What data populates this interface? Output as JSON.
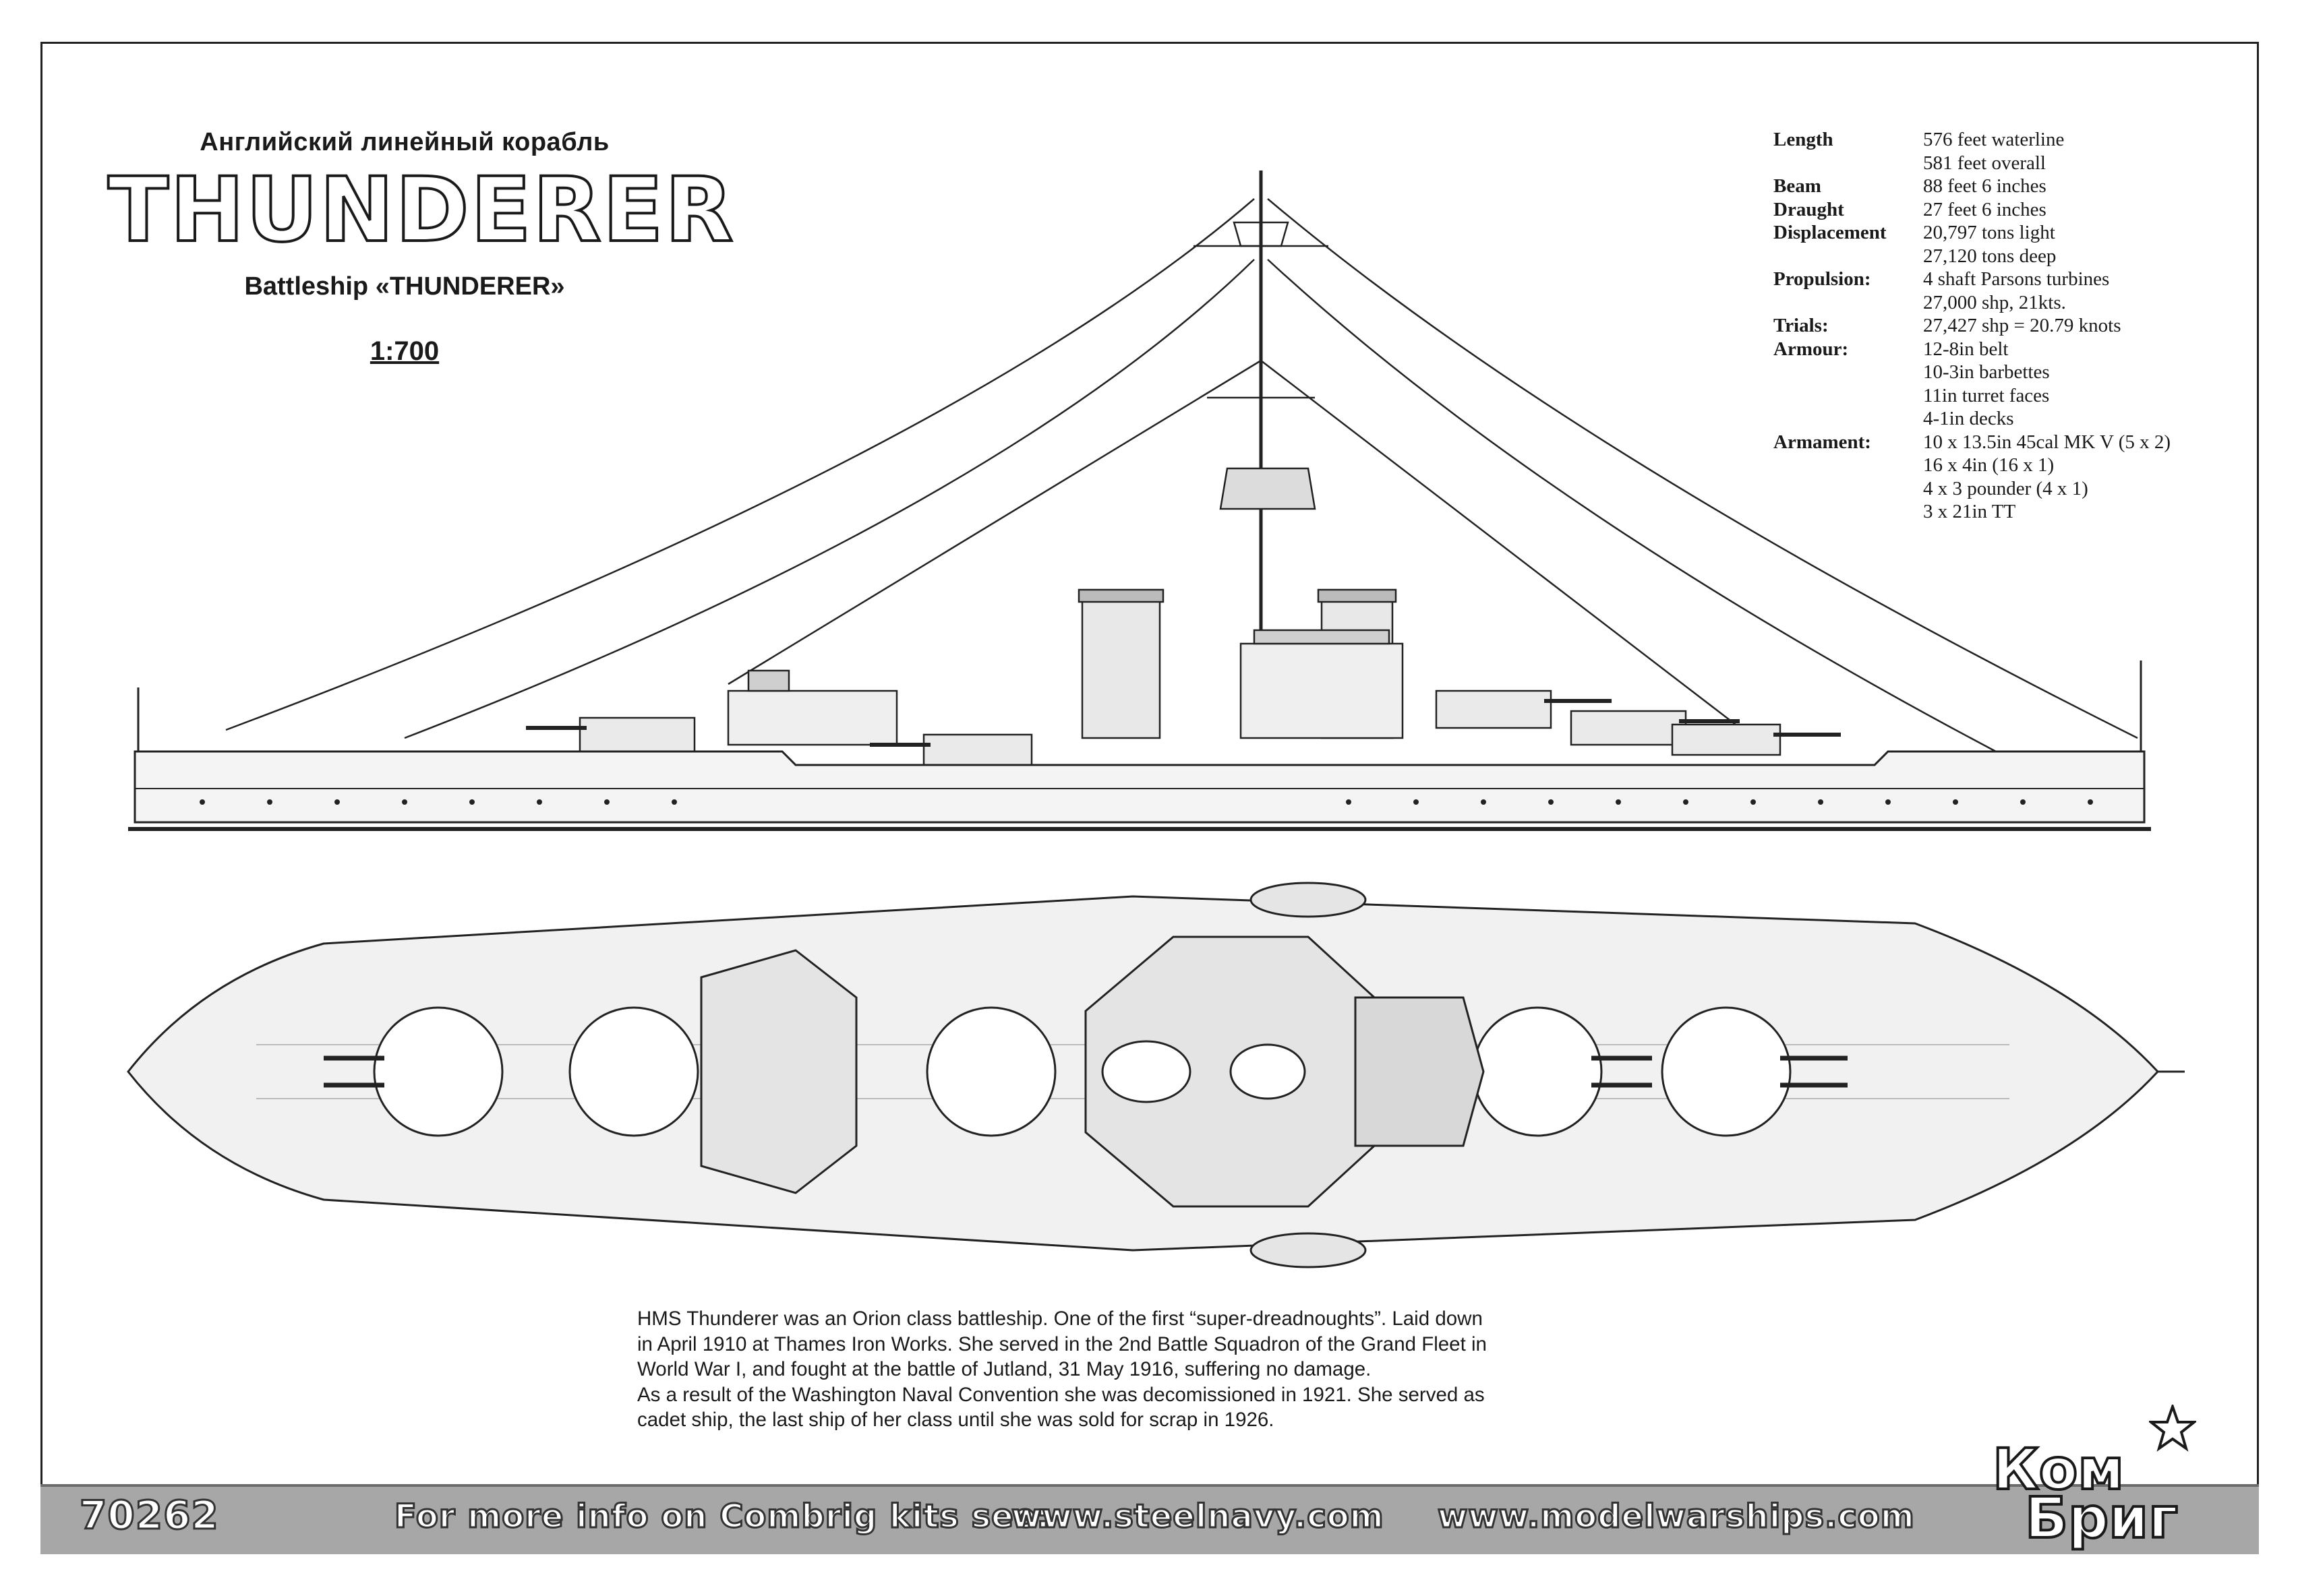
{
  "header": {
    "subtitle_ru": "Английский линейный корабль",
    "ship_name": "THUNDERER",
    "subtitle_en": "Battleship «THUNDERER»",
    "scale": "1:700"
  },
  "specs": [
    {
      "label": "Length",
      "values": [
        "576 feet waterline",
        "581 feet overall"
      ]
    },
    {
      "label": "Beam",
      "values": [
        "88 feet 6 inches"
      ]
    },
    {
      "label": "Draught",
      "values": [
        "27 feet 6 inches"
      ]
    },
    {
      "label": "Displacement",
      "values": [
        "20,797 tons light",
        "27,120 tons deep"
      ]
    },
    {
      "label": "Propulsion:",
      "values": [
        "4 shaft Parsons turbines",
        "27,000 shp, 21kts."
      ]
    },
    {
      "label": "Trials:",
      "values": [
        "27,427 shp = 20.79 knots"
      ]
    },
    {
      "label": "Armour:",
      "values": [
        "12-8in belt",
        "10-3in barbettes",
        "11in turret faces",
        "4-1in decks"
      ]
    },
    {
      "label": "Armament:",
      "values": [
        "10 x 13.5in 45cal MK V (5 x 2)",
        "16 x 4in (16 x 1)",
        "4 x 3 pounder (4 x 1)",
        "3 x 21in TT"
      ]
    }
  ],
  "history": [
    "HMS Thunderer was an Orion class battleship. One of the first “super-dreadnoughts”. Laid down",
    "in April 1910 at Thames Iron Works. She served in the 2nd Battle Squadron of the Grand Fleet in",
    "World War I, and fought at the battle of Jutland, 31 May 1916, suffering no damage.",
    "As a result of the Washington Naval Convention she was decomissioned in 1921. She served as",
    "cadet ship, the last ship of her class until she was sold for scrap in 1926."
  ],
  "footer": {
    "kit_number": "70262",
    "info": "For more info on Combrig kits see:",
    "url1": "www.steelnavy.com",
    "url2": "www.modelwarships.com"
  },
  "logo": {
    "line1": "Ком",
    "line2": "Бриг"
  }
}
